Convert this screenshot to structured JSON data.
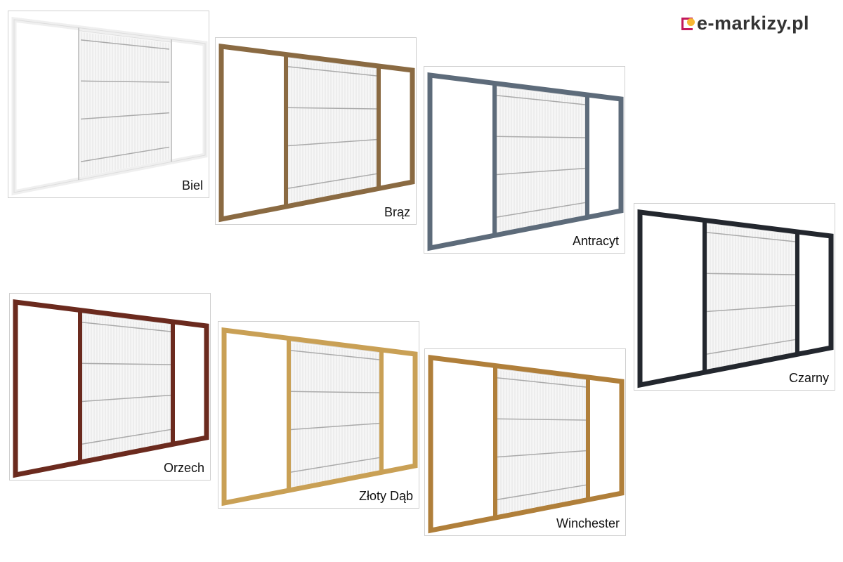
{
  "brand": {
    "name": "e-markizy.pl"
  },
  "variants": [
    {
      "label": "Biel",
      "color": "#efefef"
    },
    {
      "label": "Brąz",
      "color": "#8a6a42"
    },
    {
      "label": "Antracyt",
      "color": "#5d6b7a"
    },
    {
      "label": "Czarny",
      "color": "#23272e"
    },
    {
      "label": "Orzech",
      "color": "#6b2a1e"
    },
    {
      "label": "Złoty Dąb",
      "color": "#c9a055"
    },
    {
      "label": "Winchester",
      "color": "#b07f3a"
    }
  ]
}
